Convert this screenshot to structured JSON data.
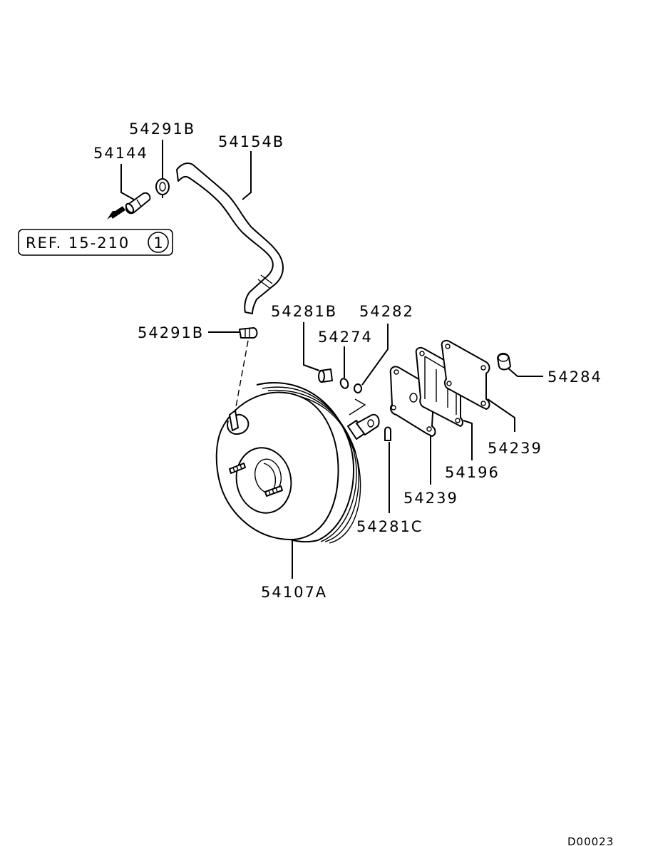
{
  "callouts": {
    "hose_clamp_upper": "54291B",
    "vacuum_hose": "54154B",
    "check_valve": "54144",
    "hose_clamp_lower": "54291B",
    "clevis_pin": "54281B",
    "washer": "54274",
    "snap_pin": "54282",
    "bolt": "54284",
    "gasket_outer": "54239",
    "spacer": "54196",
    "gasket_inner": "54239",
    "cotter_pin": "54281C",
    "brake_booster": "54107A"
  },
  "reference": {
    "text": "REF. 15-210",
    "circled_number": "1"
  },
  "diagram_code": "D00023"
}
